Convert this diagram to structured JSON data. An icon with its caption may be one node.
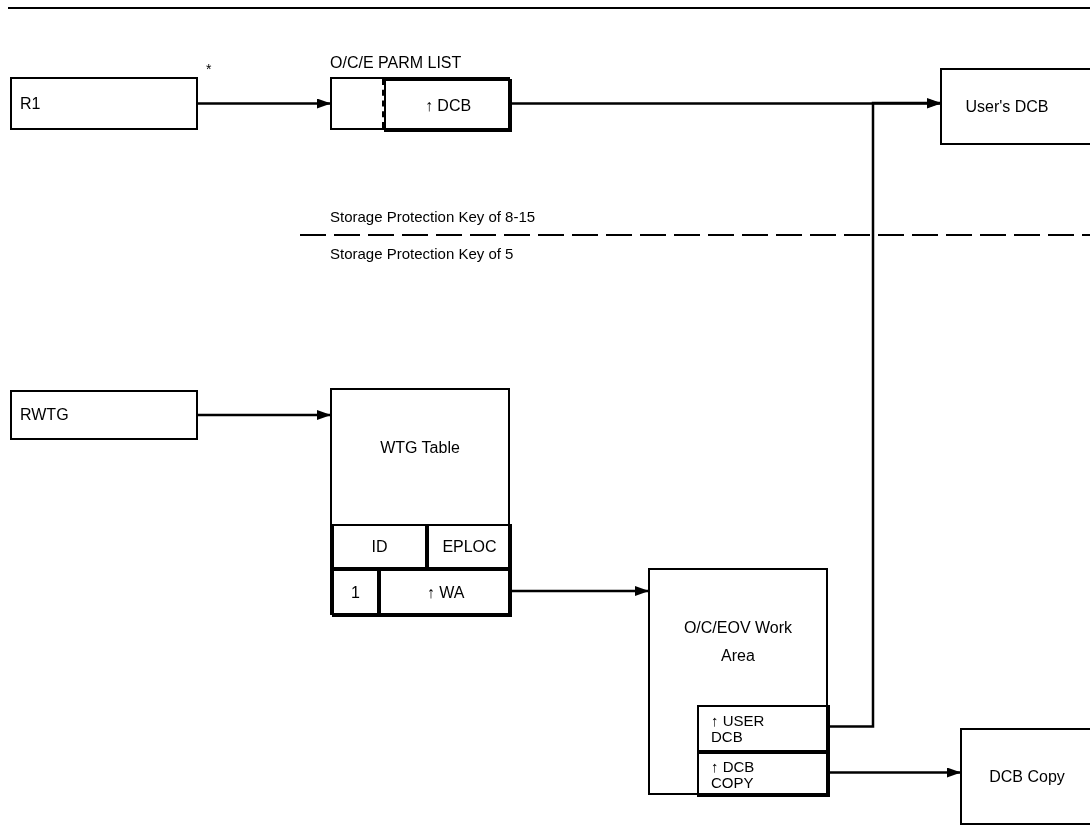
{
  "diagram": {
    "nodes": [
      {
        "text": [
          "R1"
        ]
      },
      {
        "text": [
          "O/C/E PARM LIST"
        ]
      },
      {
        "text": [
          "↑ DCB"
        ],
        "in": 1
      },
      {
        "text": [
          "User's DCB"
        ]
      },
      {
        "text": [
          "RWTG"
        ]
      },
      {
        "text": [
          "WTG Table"
        ]
      },
      {
        "text": [
          "ID"
        ],
        "in": 5
      },
      {
        "text": [
          "EPLOC"
        ],
        "in": 5
      },
      {
        "text": [
          "1"
        ],
        "in": 5
      },
      {
        "text": [
          "↑ WA"
        ],
        "in": 5
      },
      {
        "text": [
          "O/C/EOV Work Area"
        ]
      },
      {
        "text": [
          "↑ USER DCB"
        ],
        "in": 10
      },
      {
        "text": [
          "↑ DCB COPY"
        ],
        "in": 10
      },
      {
        "text": [
          "DCB Copy"
        ]
      }
    ],
    "edges": [
      {
        "from": 0,
        "to": 1,
        "arrow": "to",
        "label": "*"
      },
      {
        "from": 2,
        "to": 3,
        "arrow": "to"
      },
      {
        "from": 4,
        "to": 5,
        "arrow": "to"
      },
      {
        "from": 9,
        "to": 10,
        "arrow": "to"
      },
      {
        "from": 11,
        "to": 3,
        "arrow": "to"
      },
      {
        "from": 12,
        "to": 13,
        "arrow": "to"
      }
    ],
    "labels": [
      "Storage Protection Key of 8-15",
      "Storage Protection Key of 5"
    ]
  }
}
